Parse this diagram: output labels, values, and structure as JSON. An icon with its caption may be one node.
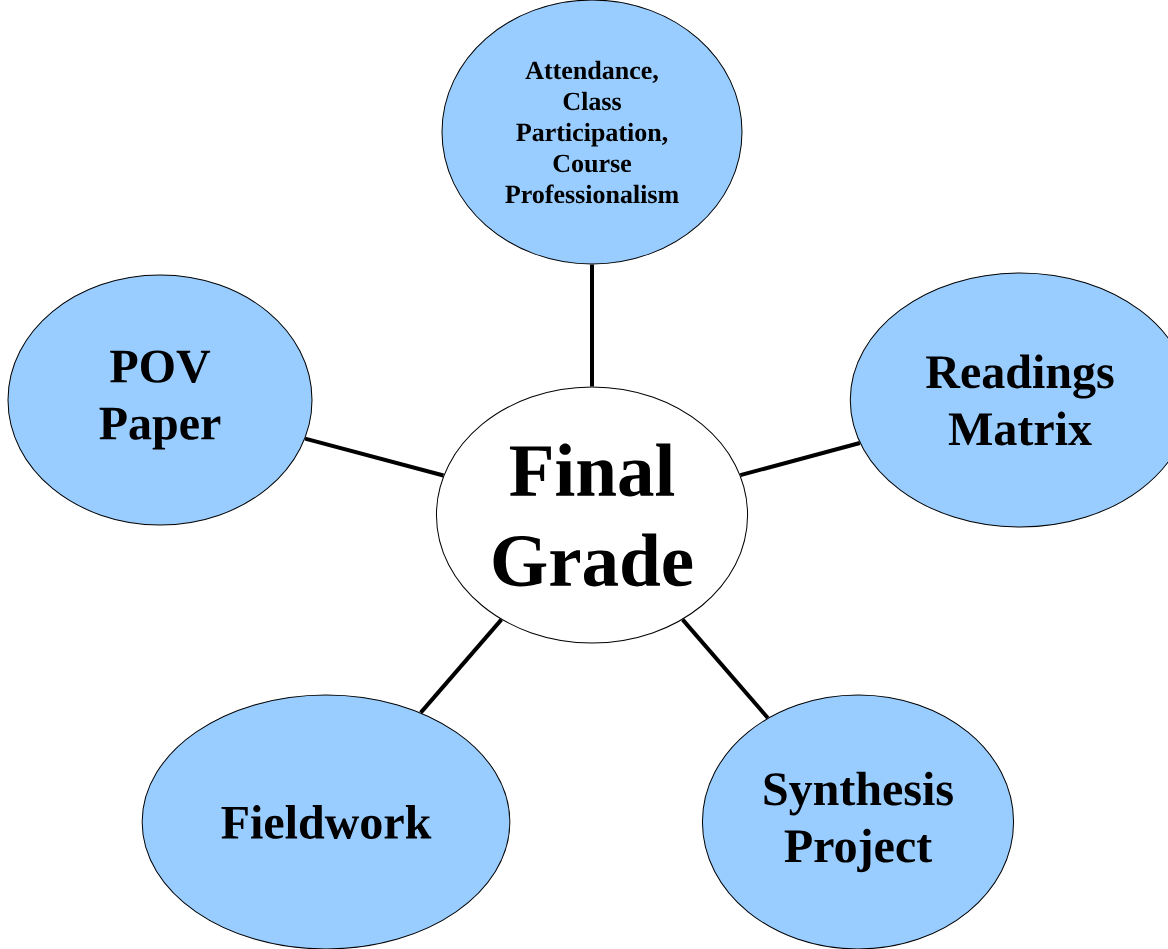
{
  "diagram": {
    "nodes": [
      {
        "text": [
          "Attendance, Class Participation, Course Professionalism"
        ]
      },
      {
        "text": [
          "POV Paper"
        ]
      },
      {
        "text": [
          "Final Grade"
        ]
      },
      {
        "text": [
          "Readings Matrix"
        ]
      },
      {
        "text": [
          "Fieldwork"
        ]
      },
      {
        "text": [
          "Synthesis Project"
        ]
      }
    ],
    "edges": [
      {
        "from": 2,
        "to": 0,
        "arrow": "none"
      },
      {
        "from": 2,
        "to": 1,
        "arrow": "none"
      },
      {
        "from": 2,
        "to": 3,
        "arrow": "none"
      },
      {
        "from": 2,
        "to": 4,
        "arrow": "none"
      },
      {
        "from": 2,
        "to": 5,
        "arrow": "none"
      }
    ]
  }
}
